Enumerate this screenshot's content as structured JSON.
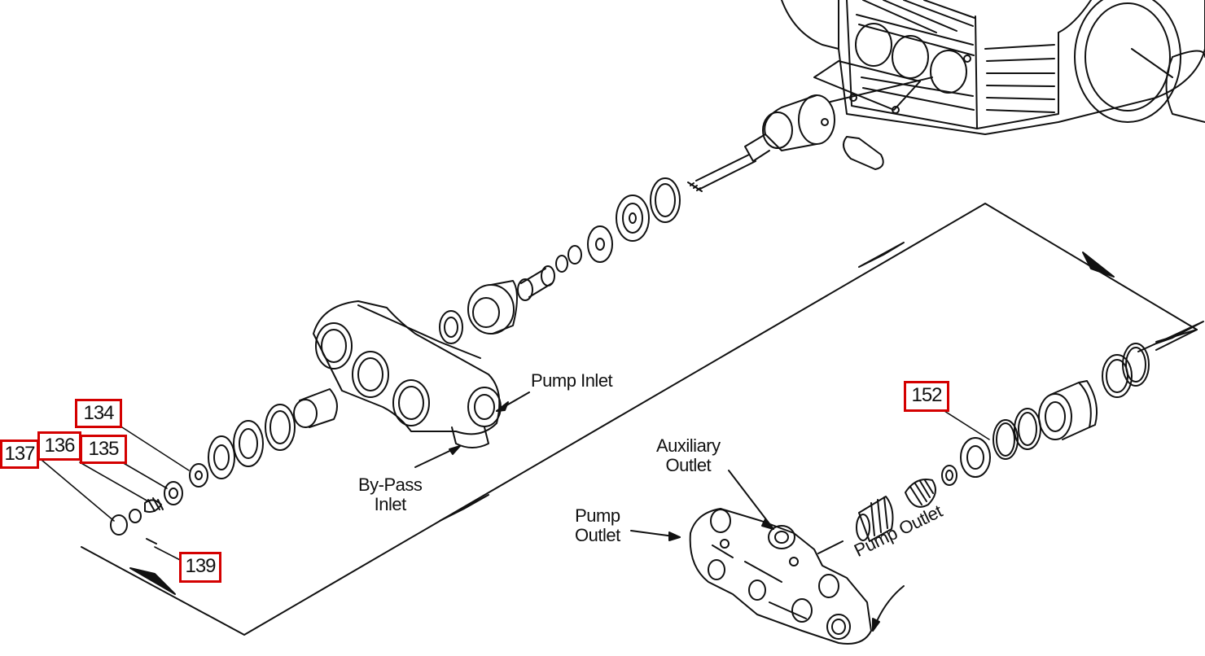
{
  "labels": {
    "pump_inlet": "Pump Inlet",
    "by_pass_line1": "By-Pass",
    "by_pass_line2": "Inlet",
    "auxiliary_line1": "Auxiliary",
    "auxiliary_line2": "Outlet",
    "pump_outlet_left_line1": "Pump",
    "pump_outlet_left_line2": "Outlet",
    "pump_outlet_right": "Pump Outlet"
  },
  "callouts": {
    "c134": "134",
    "c135": "135",
    "c136": "136",
    "c137": "137",
    "c139": "139",
    "c152": "152"
  },
  "colors": {
    "callout_border": "#d40000",
    "line_art": "#111111"
  }
}
